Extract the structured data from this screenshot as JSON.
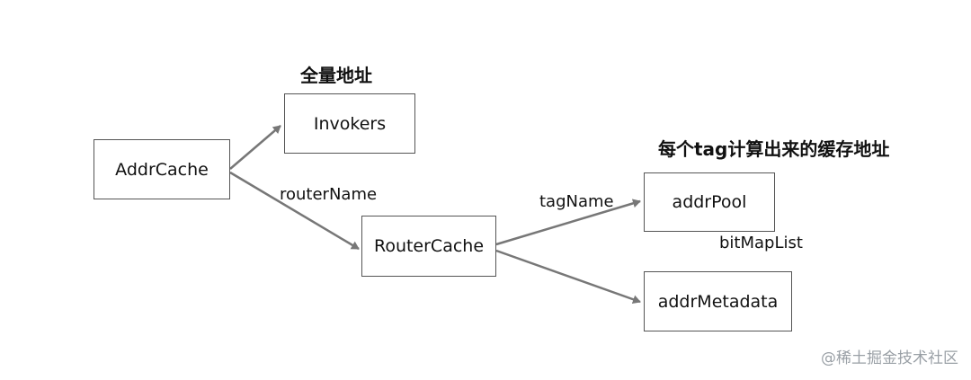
{
  "diagram": {
    "nodes": {
      "addr_cache": "AddrCache",
      "invokers": "Invokers",
      "router_cache": "RouterCache",
      "addr_pool": "addrPool",
      "addr_metadata": "addrMetadata"
    },
    "headings": {
      "full_address": "全量地址",
      "per_tag_cache": "每个tag计算出来的缓存地址"
    },
    "edge_labels": {
      "router_name": "routerName",
      "tag_name": "tagName",
      "bitmap_list": "bitMapList"
    },
    "edge_color": "#777777"
  },
  "watermark": "@稀土掘金技术社区"
}
